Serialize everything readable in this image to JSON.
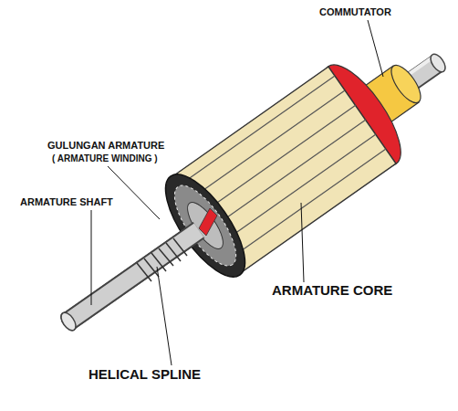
{
  "diagram": {
    "labels": [
      "COMMUTATOR",
      "GULUNGAN ARMATURE",
      "( ARMATURE WINDING )",
      "ARMATURE SHAFT",
      "ARMATURE CORE",
      "HELICAL SPLINE"
    ]
  }
}
